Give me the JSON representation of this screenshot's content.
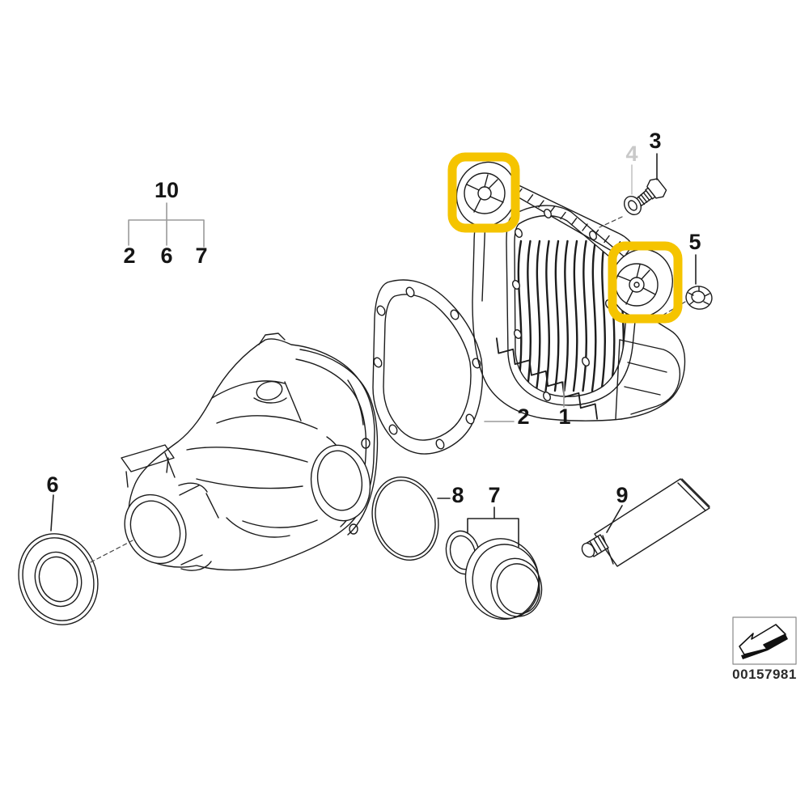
{
  "colors": {
    "highlight": "#F5C400",
    "line": "#1c1c1c",
    "muted_label": "#c9c9c9",
    "leader": "#9a9a9a"
  },
  "group_callout": {
    "parent": "10",
    "children": [
      "2",
      "6",
      "7"
    ]
  },
  "callouts": {
    "c1": "1",
    "c2": "2",
    "c3": "3",
    "c4": "4",
    "c5": "5",
    "c6": "6",
    "c7": "7",
    "c8": "8",
    "c9": "9"
  },
  "footer": {
    "part_number": "00157981",
    "icon": "arrow-down-left-3d"
  }
}
